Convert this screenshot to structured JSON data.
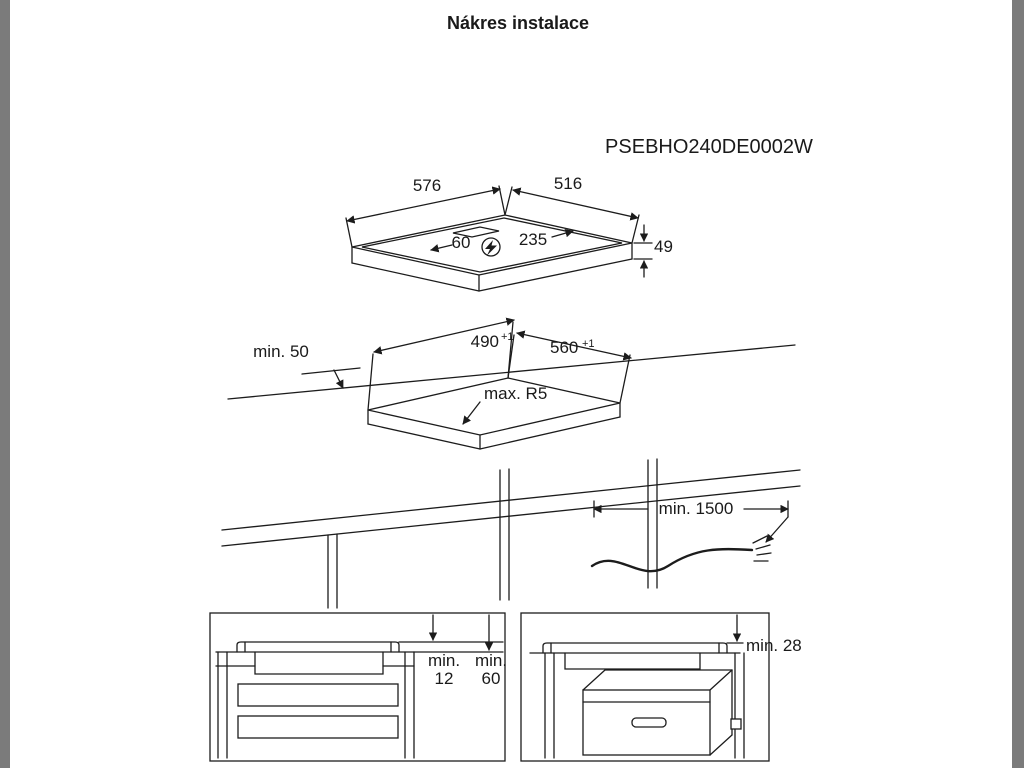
{
  "page": {
    "title": "Nákres instalace",
    "model_code": "PSEBHO240DE0002W",
    "background": "#ffffff",
    "sidebar_color": "#7b7b7b",
    "line_color": "#1c1c1c"
  },
  "hob": {
    "width": "576",
    "depth": "516",
    "height": "49",
    "connection_offset_left": "60",
    "connection_offset_right": "235",
    "power_icon": "lightning-bolt-in-circle"
  },
  "cutout": {
    "front_clearance": "min. 50",
    "depth": "490",
    "depth_tolerance": "+1",
    "width": "560",
    "width_tolerance": "+1",
    "corner_radius": "max. R5"
  },
  "cable": {
    "length": "min. 1500"
  },
  "clearances": {
    "drawer_min_word_1": "min.",
    "drawer_value_1": "12",
    "drawer_min_word_2": "min.",
    "drawer_value_2": "60",
    "oven": "min. 28"
  }
}
